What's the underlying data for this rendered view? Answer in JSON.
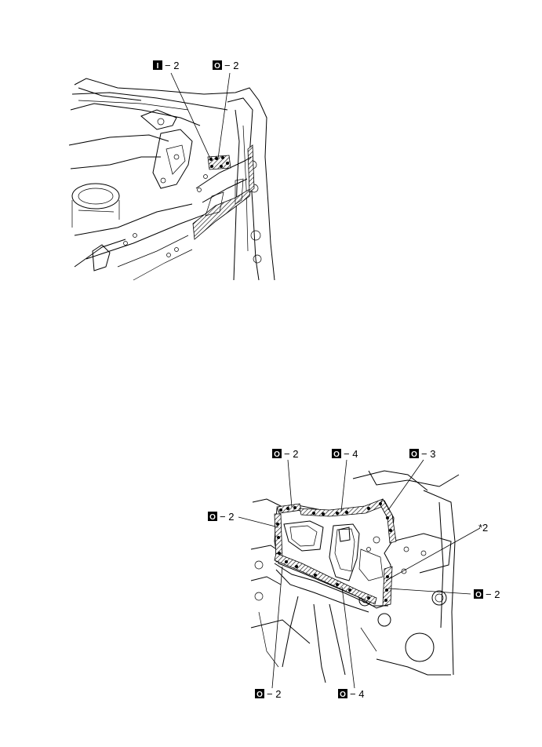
{
  "symbols": {
    "inner": "I",
    "outer": "O"
  },
  "top_view": {
    "callouts": [
      {
        "symbol": "I",
        "text": "− 2"
      },
      {
        "symbol": "O",
        "text": "− 2"
      }
    ]
  },
  "bottom_view": {
    "callouts": [
      {
        "symbol": "O",
        "text": "− 2"
      },
      {
        "symbol": "O",
        "text": "− 4"
      },
      {
        "symbol": "O",
        "text": "− 3"
      },
      {
        "symbol": "O",
        "text": "− 2"
      },
      {
        "symbol": "O",
        "text": "− 2"
      },
      {
        "symbol": "O",
        "text": "− 2"
      },
      {
        "symbol": "O",
        "text": "− 4"
      }
    ],
    "part_label": "*2"
  }
}
